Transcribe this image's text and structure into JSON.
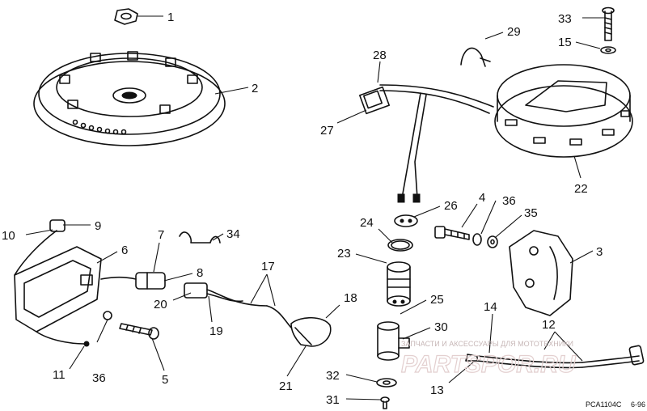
{
  "callouts": [
    {
      "id": "1",
      "text": "1"
    },
    {
      "id": "2",
      "text": "2"
    },
    {
      "id": "3",
      "text": "3"
    },
    {
      "id": "4",
      "text": "4"
    },
    {
      "id": "5",
      "text": "5"
    },
    {
      "id": "6",
      "text": "6"
    },
    {
      "id": "7",
      "text": "7"
    },
    {
      "id": "8",
      "text": "8"
    },
    {
      "id": "9",
      "text": "9"
    },
    {
      "id": "10",
      "text": "10"
    },
    {
      "id": "11",
      "text": "11"
    },
    {
      "id": "12",
      "text": "12"
    },
    {
      "id": "13",
      "text": "13"
    },
    {
      "id": "14",
      "text": "14"
    },
    {
      "id": "15",
      "text": "15"
    },
    {
      "id": "17",
      "text": "17"
    },
    {
      "id": "18",
      "text": "18"
    },
    {
      "id": "19",
      "text": "19"
    },
    {
      "id": "20",
      "text": "20"
    },
    {
      "id": "21",
      "text": "21"
    },
    {
      "id": "22",
      "text": "22"
    },
    {
      "id": "23",
      "text": "23"
    },
    {
      "id": "24",
      "text": "24"
    },
    {
      "id": "25",
      "text": "25"
    },
    {
      "id": "26",
      "text": "26"
    },
    {
      "id": "27",
      "text": "27"
    },
    {
      "id": "28",
      "text": "28"
    },
    {
      "id": "29",
      "text": "29"
    },
    {
      "id": "30",
      "text": "30"
    },
    {
      "id": "31",
      "text": "31"
    },
    {
      "id": "32",
      "text": "32"
    },
    {
      "id": "33",
      "text": "33"
    },
    {
      "id": "34",
      "text": "34"
    },
    {
      "id": "35",
      "text": "35"
    },
    {
      "id": "36a",
      "text": "36"
    },
    {
      "id": "36b",
      "text": "36"
    }
  ],
  "watermark": {
    "tagline": "ЗАПЧАСТИ И АКСЕССУАРЫ ДЛЯ МОТОТЕХНИКИ",
    "logo": "PARTSPOR.RU"
  },
  "footer": {
    "code": "PCA1104C",
    "date": "6-96"
  }
}
